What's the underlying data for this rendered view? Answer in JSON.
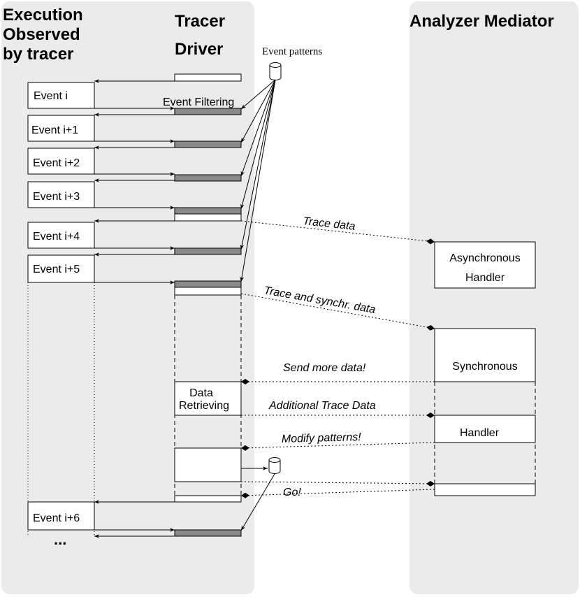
{
  "headers": {
    "left": [
      "Execution",
      "Observed",
      "by tracer"
    ],
    "tracer": [
      "Tracer",
      "Driver"
    ],
    "analyzer": "Analyzer Mediator"
  },
  "event_patterns_label": "Event patterns",
  "event_filtering_label": "Event Filtering",
  "events": [
    "Event i",
    "Event i+1",
    "Event i+2",
    "Event i+3",
    "Event i+4",
    "Event i+5",
    "Event i+6"
  ],
  "ellipsis": "...",
  "messages": {
    "trace_data": "Trace data",
    "trace_synchr": "Trace and synchr. data",
    "send_more": "Send more data!",
    "additional": "Additional Trace Data",
    "modify": "Modify patterns!",
    "go": "Go!"
  },
  "data_retrieving": [
    "Data",
    "Retrieving"
  ],
  "async_handler": [
    "Asynchronous",
    "Handler"
  ],
  "sync_handler": [
    "Synchronous",
    "Handler"
  ],
  "colors": {
    "panel": "#ebebeb",
    "filter_bar": "#8a8a8a"
  }
}
